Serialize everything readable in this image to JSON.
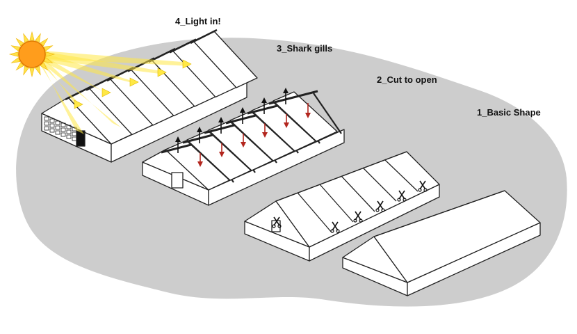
{
  "steps": [
    {
      "label": "1_Basic Shape"
    },
    {
      "label": "2_Cut to open"
    },
    {
      "label": "3_Shark gills"
    },
    {
      "label": "4_Light in!"
    }
  ],
  "colors": {
    "ground": "#cdcdcd",
    "outline": "#222222",
    "roof": "#ffffff",
    "sun": "#ff9d1c",
    "sun_rays": "#ffe24a",
    "light_beam": "#ffe845",
    "arrow_up": "#111111",
    "arrow_down": "#b3261e"
  },
  "icons": [
    "sun-icon",
    "scissors-icon",
    "up-arrow-icon",
    "down-arrow-icon"
  ]
}
